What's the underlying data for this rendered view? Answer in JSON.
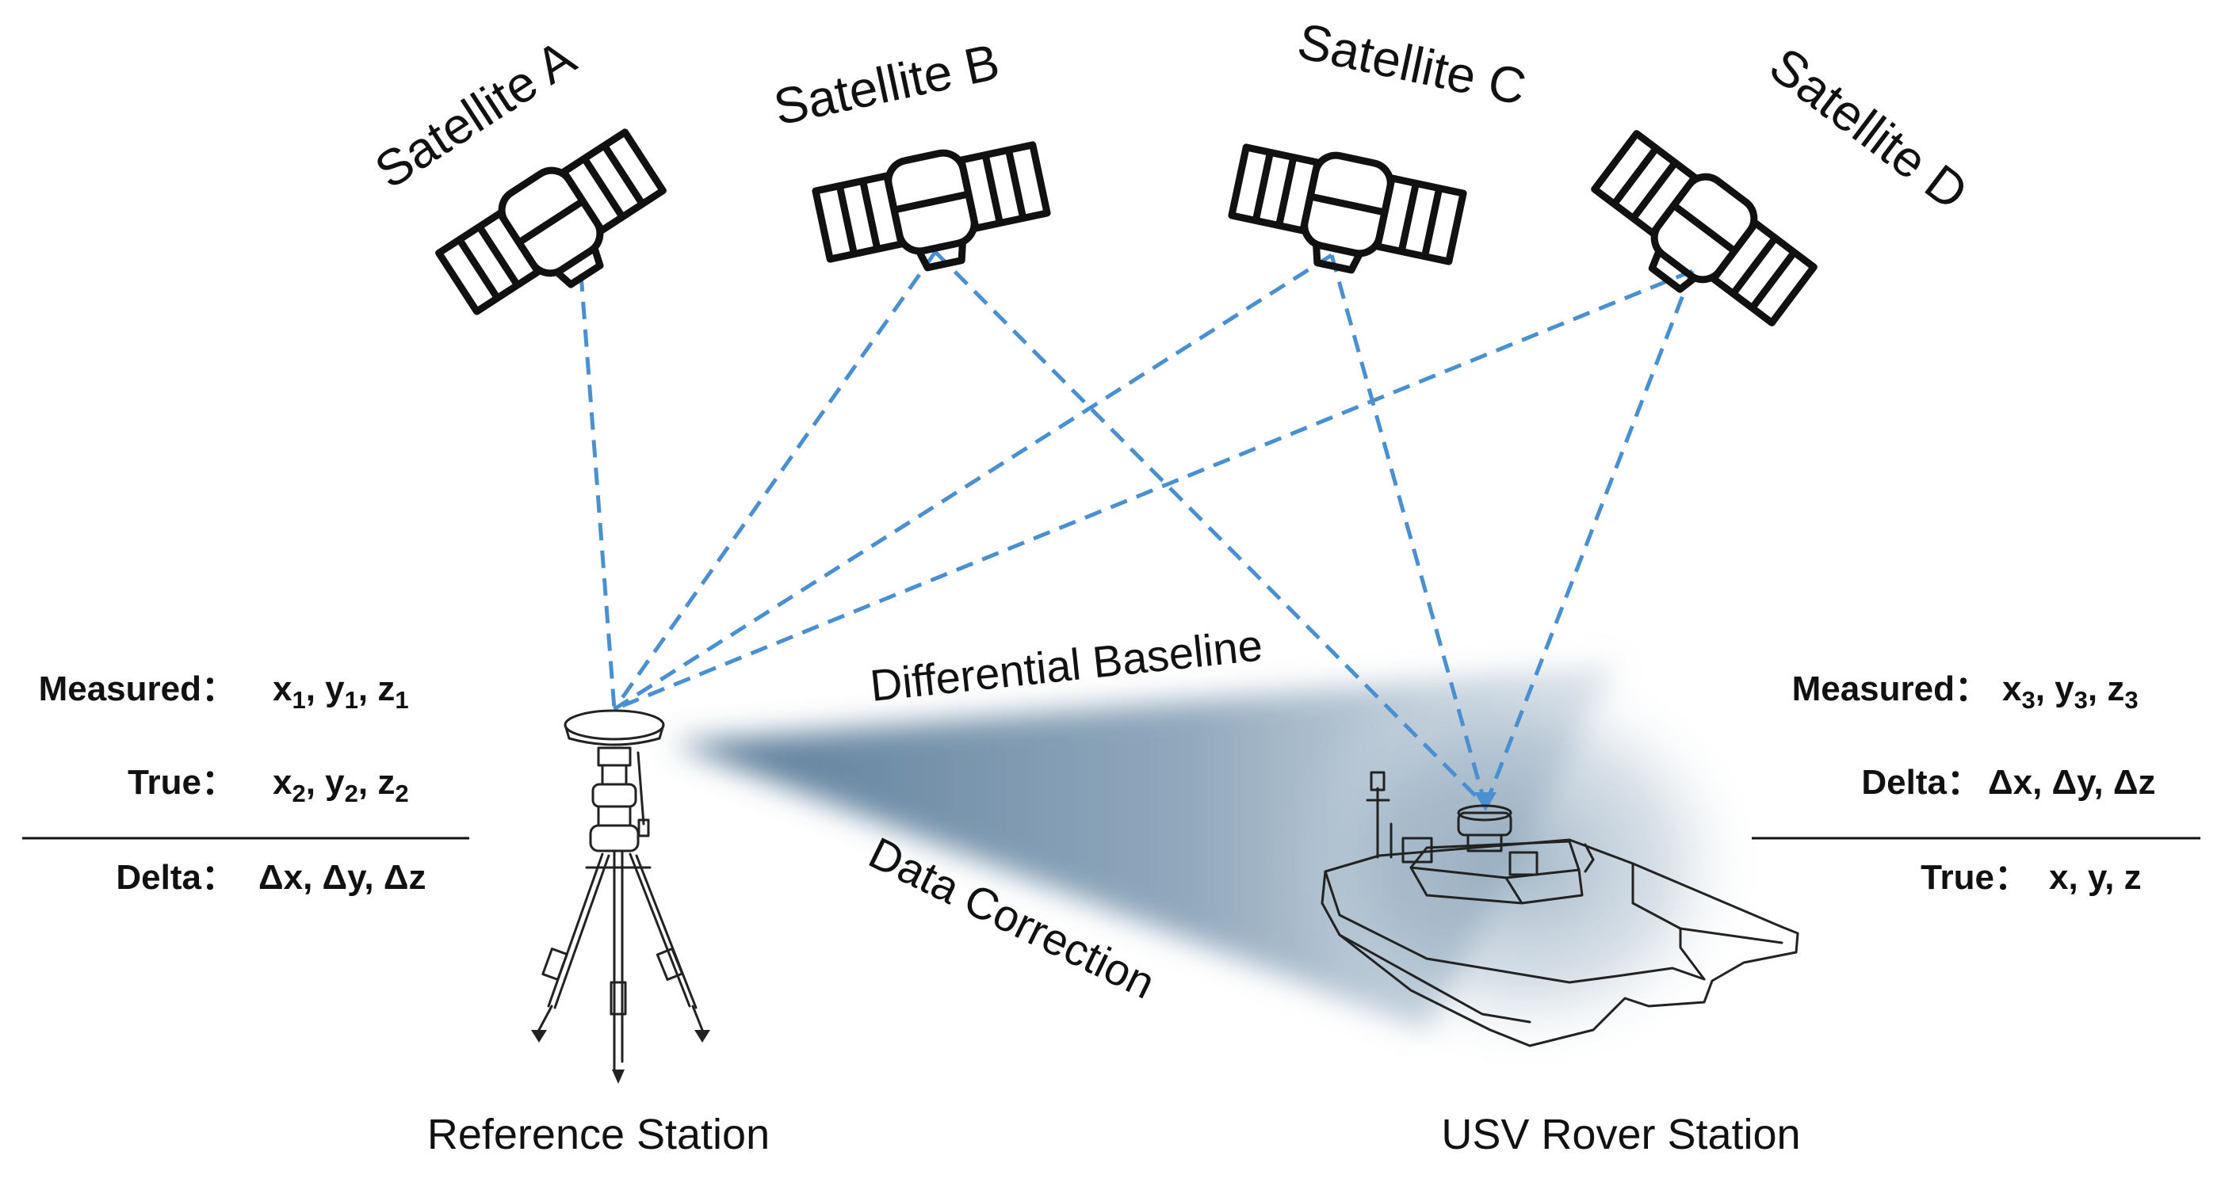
{
  "satellites": [
    {
      "label": "Satellite A"
    },
    {
      "label": "Satellite B"
    },
    {
      "label": "Satellite C"
    },
    {
      "label": "Satellite D"
    }
  ],
  "beam_labels": {
    "baseline": "Differential Baseline",
    "correction": "Data Correction"
  },
  "stations": {
    "reference": {
      "label": "Reference Station"
    },
    "rover": {
      "label": "USV Rover Station"
    }
  },
  "reference_panel": {
    "measured_label": "Measured",
    "measured_value": "x1,  y1,  z1",
    "true_label": "True",
    "true_value": "x2,  y2,  z2",
    "delta_label": "Delta",
    "delta_value": "Δx, Δy, Δz"
  },
  "rover_panel": {
    "measured_label": "Measured",
    "measured_value": "x3,  y3,  z3",
    "delta_label": "Delta",
    "delta_value": "Δx, Δy, Δz",
    "true_label": "True",
    "true_value": "x,  y,  z"
  },
  "colors": {
    "ray": "#4a90d0",
    "beam": "#5e7f99",
    "ink": "#111111"
  }
}
